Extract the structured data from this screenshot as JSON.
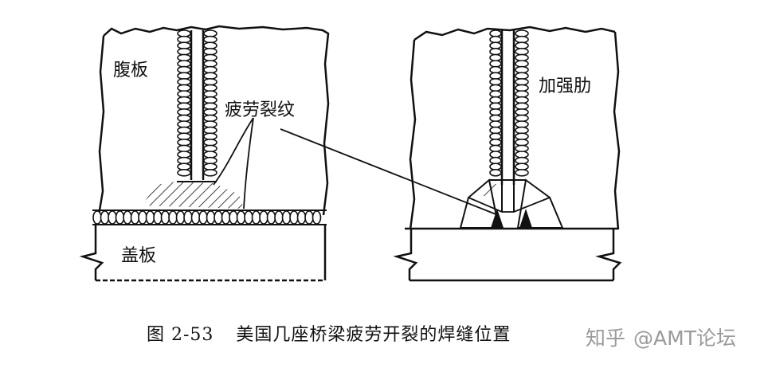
{
  "labels": {
    "web_plate": "腹板",
    "fatigue_crack": "疲劳裂纹",
    "cover_plate": "盖板",
    "stiffener": "加强肋"
  },
  "caption": {
    "figure_no": "图 2-53",
    "text": "美国几座桥梁疲劳开裂的焊缝位置"
  },
  "watermark": {
    "site": "知乎",
    "account": "@AMT论坛"
  }
}
